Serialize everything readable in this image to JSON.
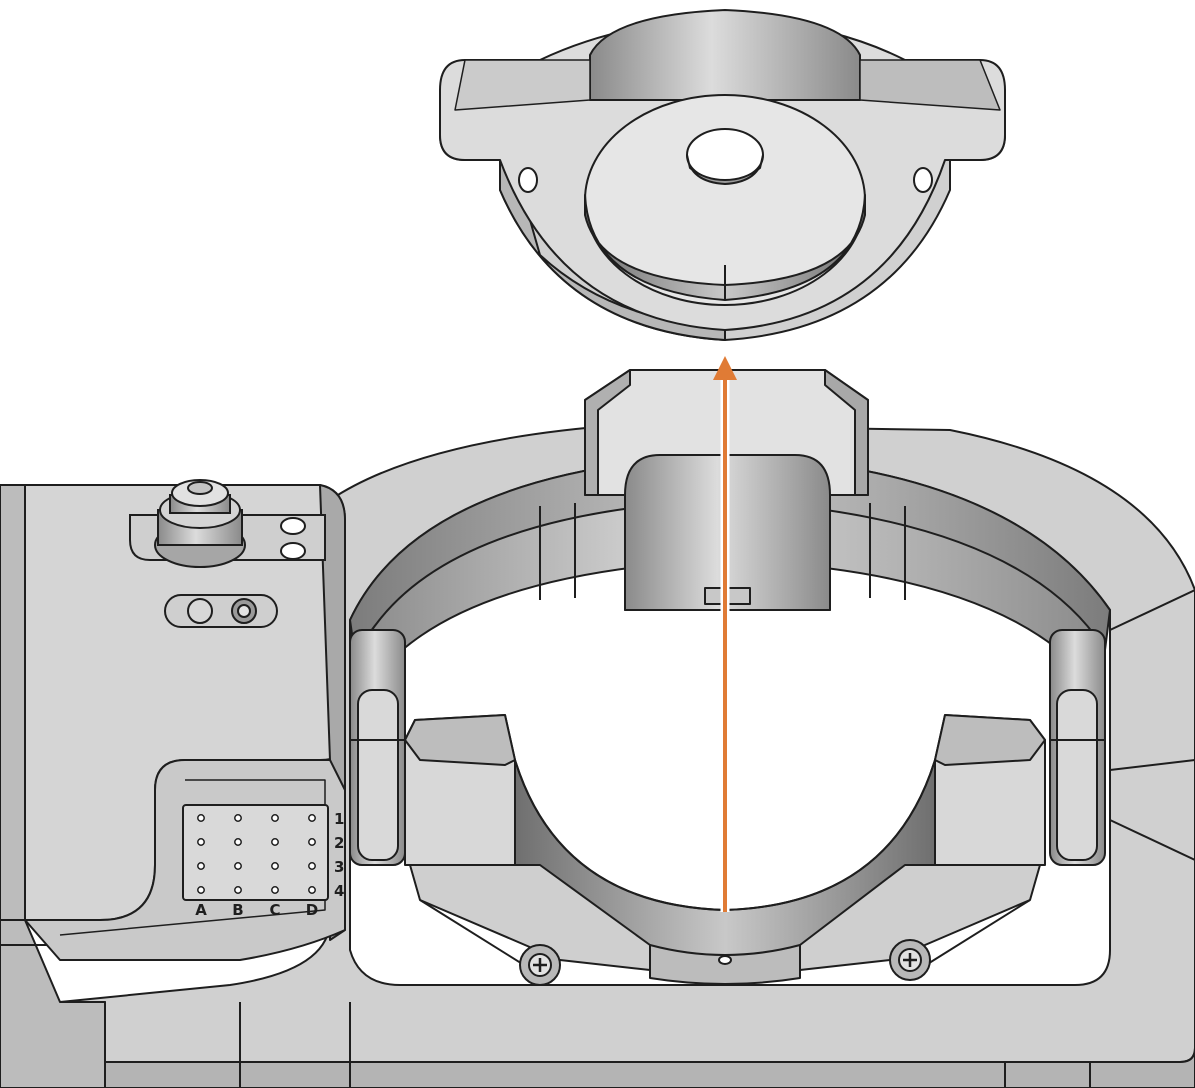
{
  "figure": {
    "kind": "exploded assembly illustration",
    "grid": {
      "rows": [
        "1",
        "2",
        "3",
        "4"
      ],
      "columns": [
        "A",
        "B",
        "C",
        "D"
      ]
    },
    "arrow_color": "#e07b35",
    "colors": {
      "face": "#d6d6d6",
      "face_light": "#e4e4e4",
      "face_mid": "#c4c4c4",
      "shade": "#9c9c9c",
      "shade_dark": "#7a7a7a",
      "outline": "#1e1e1e"
    }
  }
}
